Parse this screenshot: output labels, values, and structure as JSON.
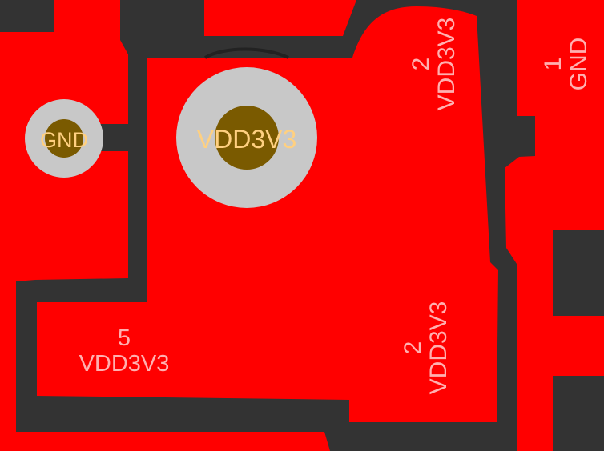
{
  "colors": {
    "background": "#333333",
    "copper": "#ff0000",
    "pad_ring": "#c8c8c8",
    "drill": "#7a5a00",
    "net_label": "#ffd080",
    "silk_label": "#ffb0b0"
  },
  "vias": {
    "gnd": {
      "net": "GND"
    },
    "vdd": {
      "net": "VDD3V3"
    }
  },
  "pads": {
    "top_right_a": {
      "number": "2",
      "net": "VDD3V3"
    },
    "top_right_b": {
      "number": "1",
      "net": "GND"
    },
    "mid_right": {
      "number": "2",
      "net": "VDD3V3"
    },
    "bottom_left": {
      "number": "5",
      "net": "VDD3V3"
    }
  }
}
